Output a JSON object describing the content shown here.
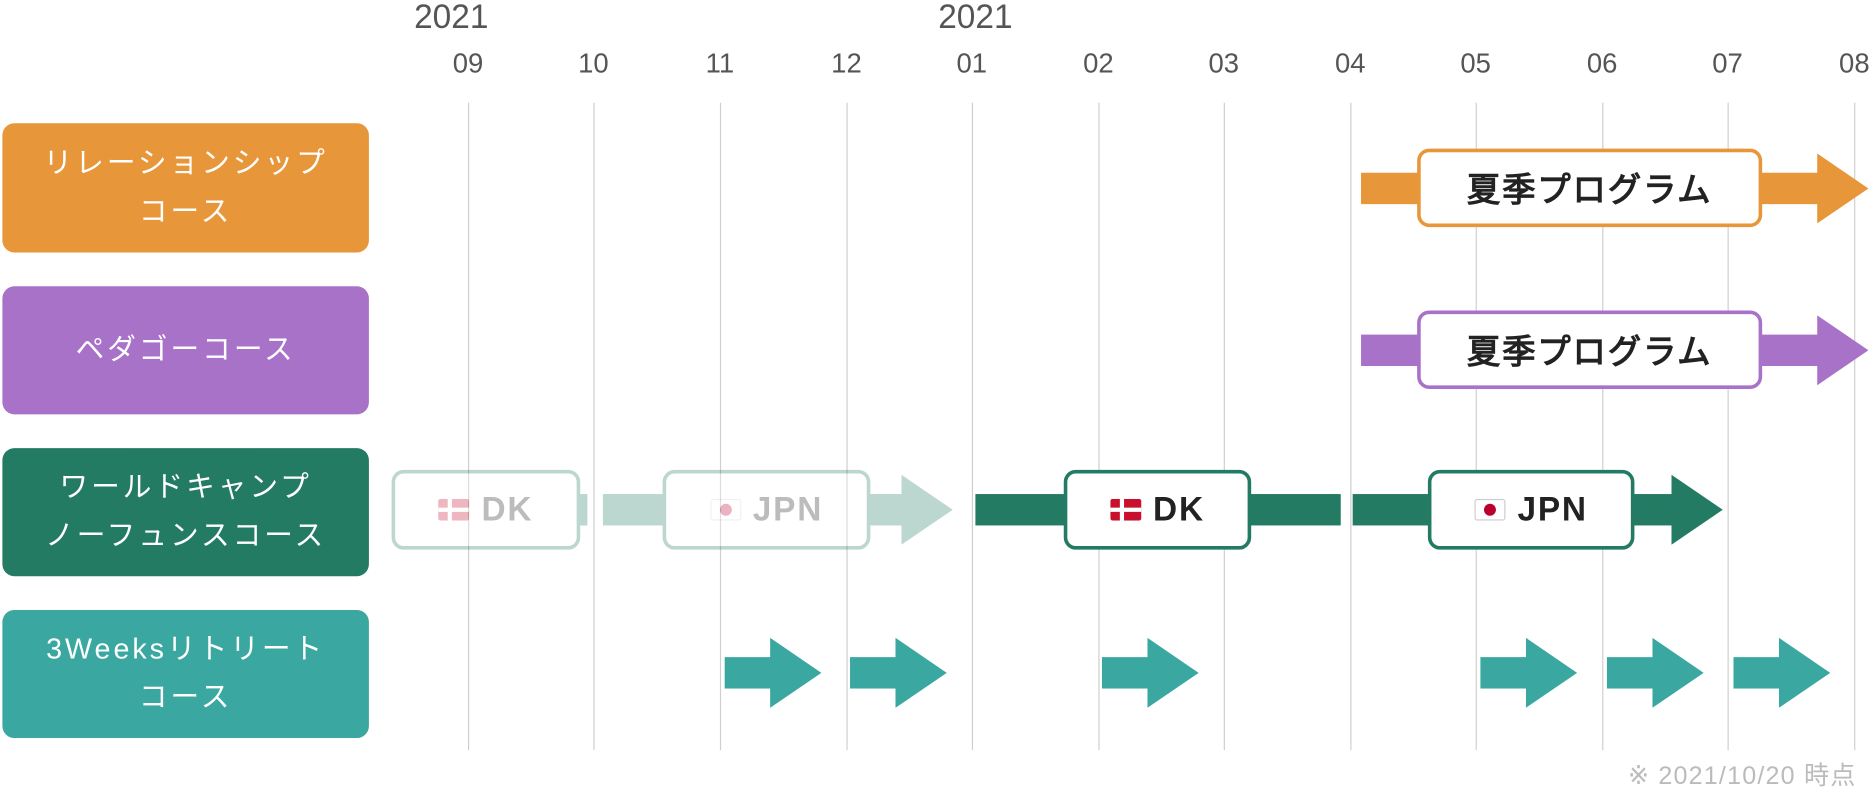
{
  "timeline": {
    "years": [
      "2021",
      "2021"
    ],
    "months": [
      "09",
      "10",
      "11",
      "12",
      "01",
      "02",
      "03",
      "04",
      "05",
      "06",
      "07",
      "08"
    ]
  },
  "courses": [
    {
      "label_lines": [
        "リレーションシップ",
        "コース"
      ],
      "color": "#E8963A",
      "program_label": "夏季プログラム"
    },
    {
      "label_lines": [
        "ペダゴーコース"
      ],
      "color": "#A972C9",
      "program_label": "夏季プログラム"
    },
    {
      "label_lines": [
        "ワールドキャンプ",
        "ノーフュンスコース"
      ],
      "color": "#247B64",
      "segments": [
        {
          "label": "DK",
          "flag_icon": "denmark-flag-icon",
          "faded": true
        },
        {
          "label": "JPN",
          "flag_icon": "japan-flag-icon",
          "faded": true
        },
        {
          "label": "DK",
          "flag_icon": "denmark-flag-icon",
          "faded": false
        },
        {
          "label": "JPN",
          "flag_icon": "japan-flag-icon",
          "faded": false
        }
      ]
    },
    {
      "label_lines": [
        "3Weeksリトリート",
        "コース"
      ],
      "color": "#3AA8A0"
    }
  ],
  "footer": {
    "note": "※ 2021/10/20 時点"
  }
}
